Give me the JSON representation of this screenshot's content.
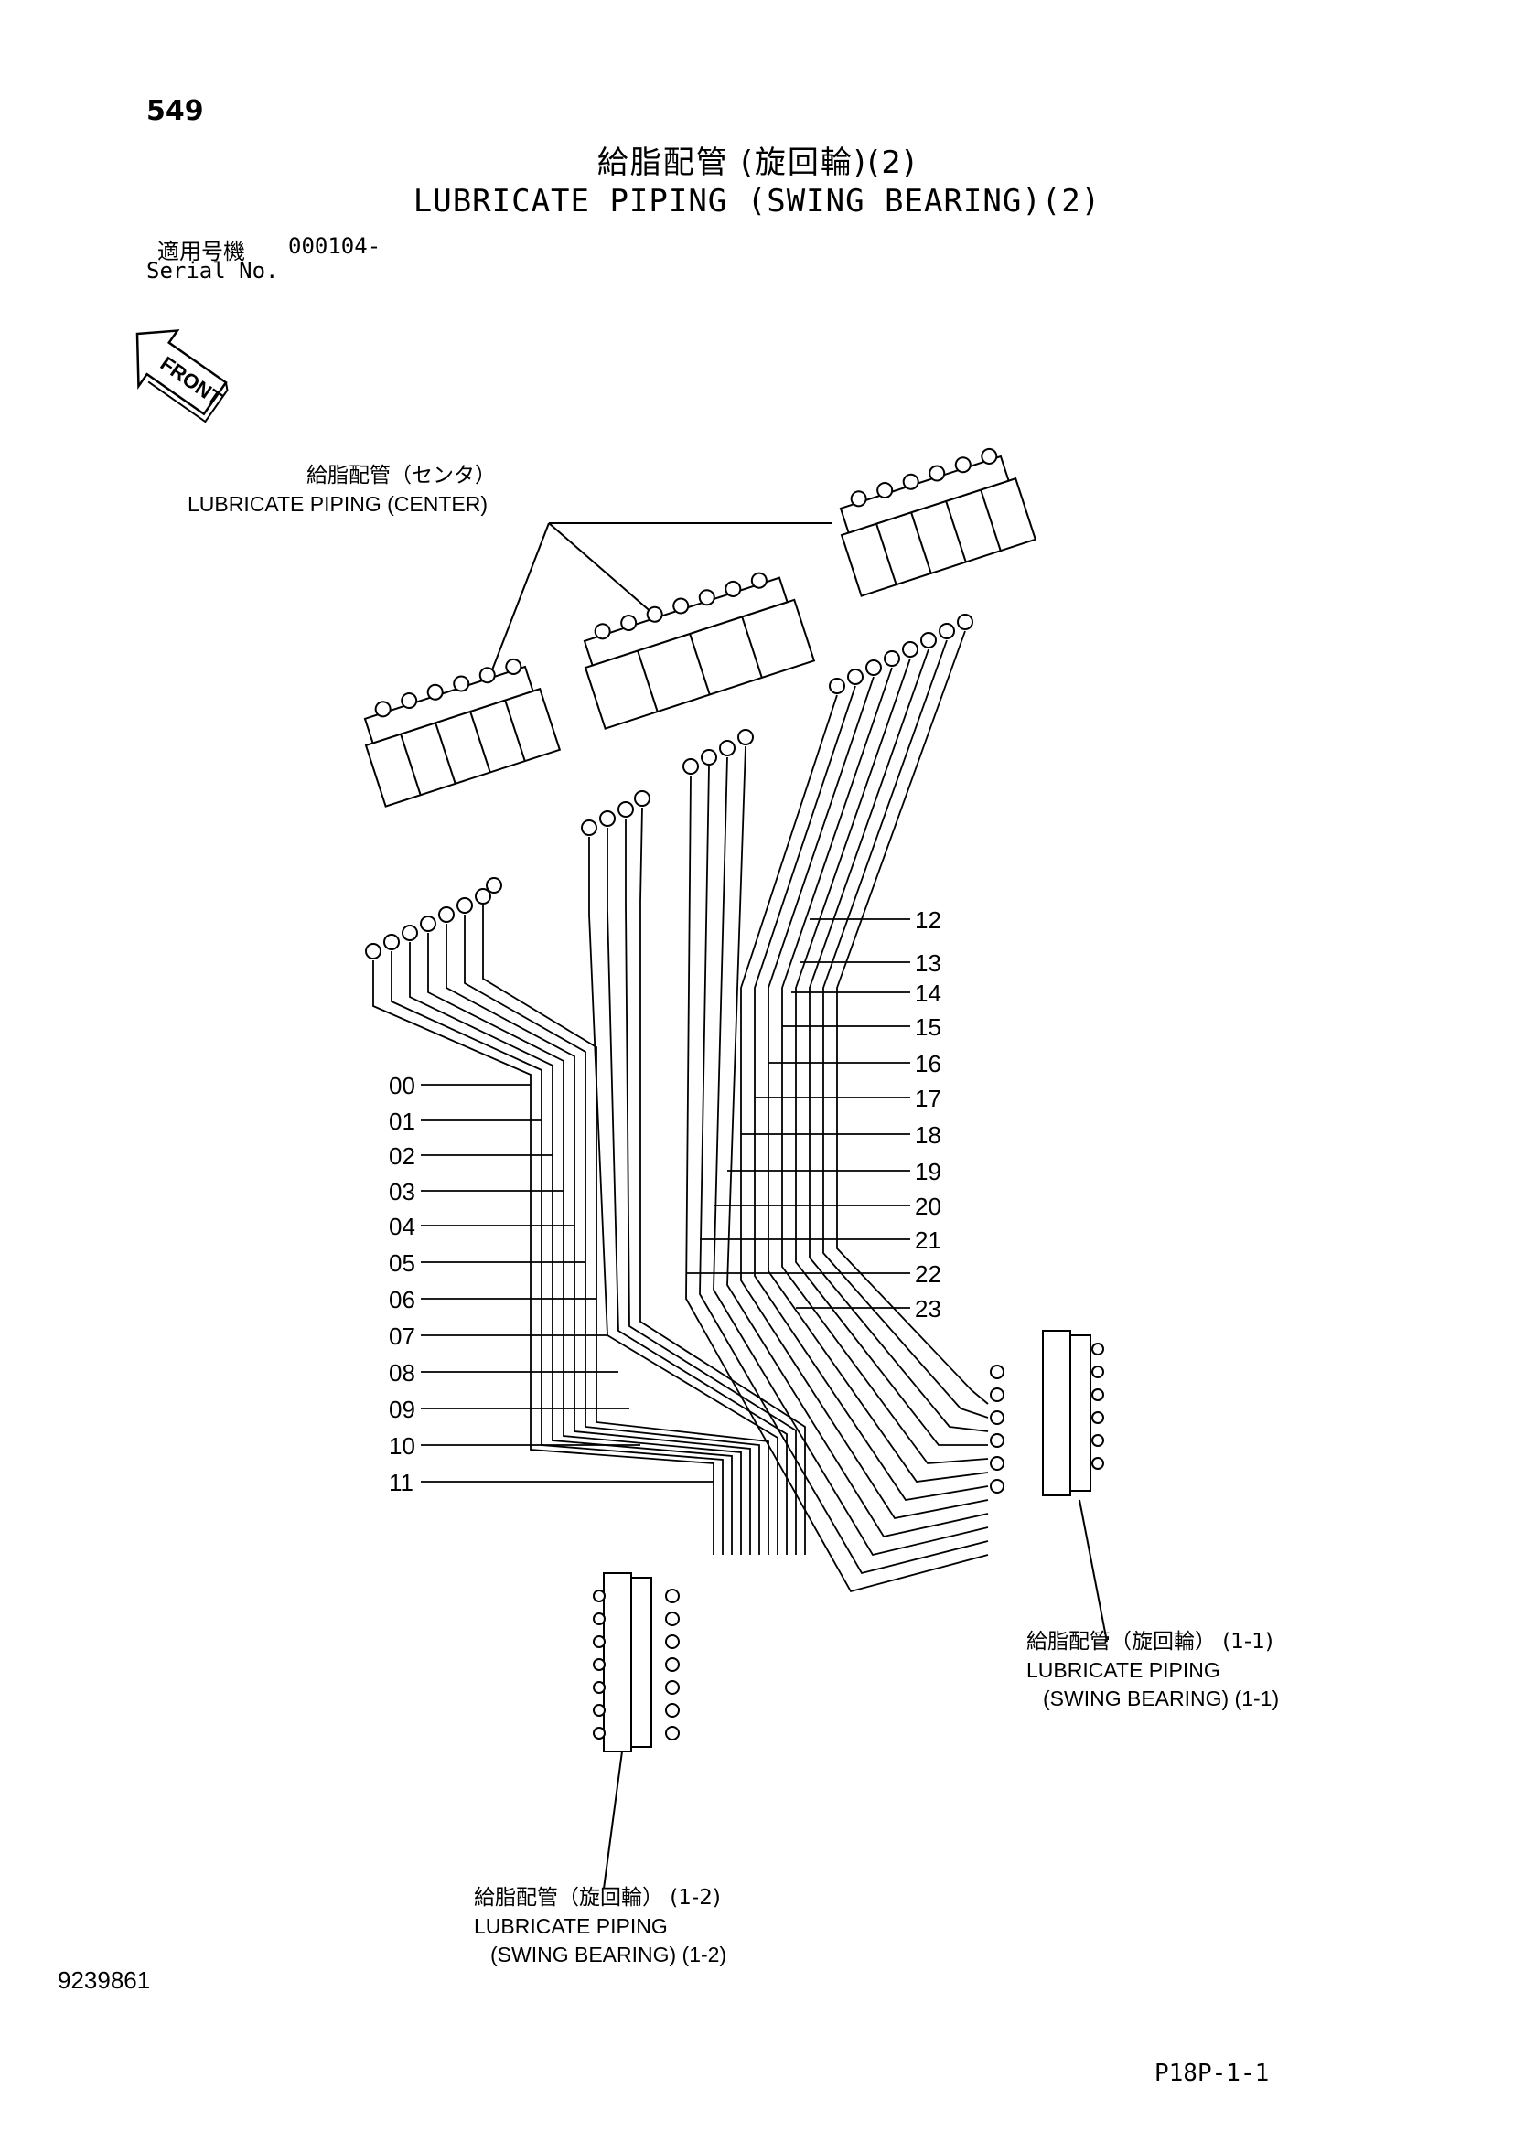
{
  "page_number": "549",
  "title_jp": "給脂配管 (旋回輪)(2)",
  "title_en": "LUBRICATE PIPING (SWING BEARING)(2)",
  "serial_label_jp": "適用号機",
  "serial_value": "000104-",
  "serial_label_en": "Serial No.",
  "front_label": "FRONT",
  "labels": {
    "center_jp": "給脂配管（センタ）",
    "center_en": "LUBRICATE PIPING (CENTER)",
    "swing11_jp": "給脂配管（旋回輪） (1-1)",
    "swing11_en1": "LUBRICATE PIPING",
    "swing11_en2": "(SWING BEARING) (1-1)",
    "swing12_jp": "給脂配管（旋回輪） (1-2)",
    "swing12_en1": "LUBRICATE PIPING",
    "swing12_en2": "(SWING BEARING) (1-2)"
  },
  "callouts_left": [
    "00",
    "01",
    "02",
    "03",
    "04",
    "05",
    "06",
    "07",
    "08",
    "09",
    "10",
    "11"
  ],
  "callouts_right": [
    "12",
    "13",
    "14",
    "15",
    "16",
    "17",
    "18",
    "19",
    "20",
    "21",
    "22",
    "23"
  ],
  "doc_number": "9239861",
  "sheet_code": "P18P-1-1"
}
